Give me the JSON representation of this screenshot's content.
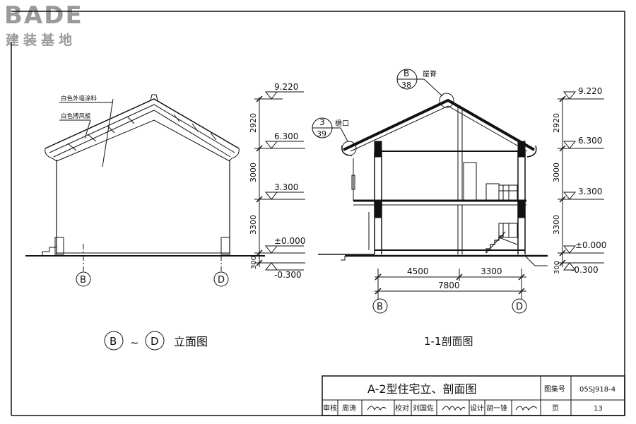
{
  "logo": {
    "word": "BADE",
    "cn": "建装基地"
  },
  "elevation": {
    "note_paint": "白色外墙涂料",
    "note_board": "白色搏风板",
    "levels": [
      "9.220",
      "6.300",
      "3.300",
      "±0.000",
      "-0.300"
    ],
    "dims": [
      "2920",
      "3000",
      "3300",
      "300"
    ],
    "axis_left": "B",
    "axis_right": "D",
    "title_axis_from": "B",
    "title_tilde": "~",
    "title_axis_to": "D",
    "title_text": "立面图"
  },
  "section": {
    "ridge_ref_num": "B",
    "ridge_ref_den": "38",
    "ridge_label": "屋脊",
    "eave_ref_num": "3",
    "eave_ref_den": "39",
    "eave_label": "檐口",
    "levels": [
      "9.220",
      "6.300",
      "3.300",
      "±0.000",
      "-0.300"
    ],
    "dims": [
      "2920",
      "3000",
      "3300",
      "300"
    ],
    "span_left": "4500",
    "span_right": "3300",
    "span_total": "7800",
    "axis_left": "B",
    "axis_right": "D",
    "title": "1-1剖面图"
  },
  "title_block": {
    "title": "A-2型住宅立、剖面图",
    "atlas_label": "图集号",
    "atlas_no": "05SJ918-4",
    "review_label": "审核",
    "review_name": "周涛",
    "check_label": "校对",
    "check_name": "刘国佐",
    "design_label": "设计",
    "design_name": "胡一锋",
    "page_label": "页",
    "page_no": "13"
  }
}
